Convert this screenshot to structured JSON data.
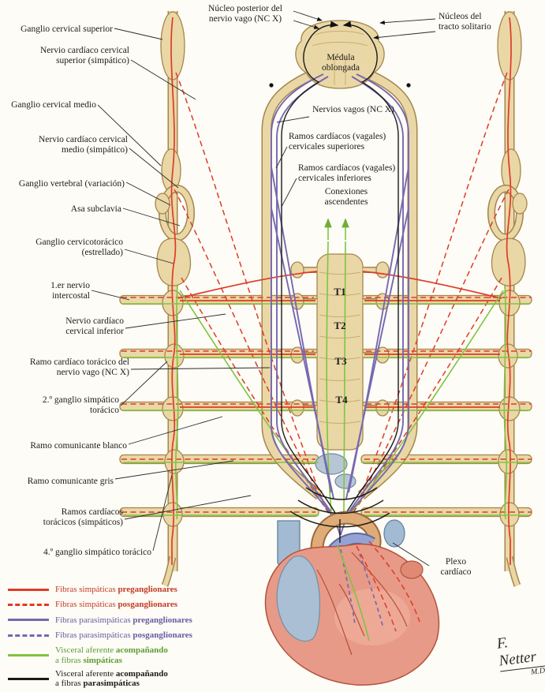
{
  "labels": {
    "nucleo_posterior": "Núcleo posterior del nervio vago (NC X)",
    "nucleos_solitario": "Núcleos del tracto solitario",
    "medula": "Médula oblongada",
    "nervios_vagos": "Nervios vagos (NC X)",
    "ramos_sup": "Ramos cardíacos (vagales) cervicales superiores",
    "ramos_inf": "Ramos cardíacos (vagales) cervicales inferiores",
    "conexiones": "Conexiones ascendentes",
    "plexo": "Plexo cardíaco",
    "t_levels": [
      "T1",
      "T2",
      "T3",
      "T4"
    ],
    "left": [
      "Ganglio cervical superior",
      "Nervio cardíaco cervical superior (simpático)",
      "Ganglio cervical medio",
      "Nervio cardíaco cervical medio (simpático)",
      "Ganglio vertebral (variación)",
      "Asa subclavia",
      "Ganglio cervicotorácico (estrellado)",
      "1.er nervio intercostal",
      "Nervio cardíaco cervical inferior",
      "Ramo cardíaco torácico del nervio vago (NC X)",
      "2.º ganglio simpático torácico",
      "Ramo comunicante blanco",
      "Ramo comunicante gris",
      "Ramos cardíacos torácicos (simpáticos)",
      "4.º ganglio simpático torácico"
    ]
  },
  "legend": {
    "items": [
      {
        "pre": "Fibras simpáticas ",
        "bold": "preganglionares"
      },
      {
        "pre": "Fibras simpáticas ",
        "bold": "posganglionares"
      },
      {
        "pre": "Fibras parasimpáticas ",
        "bold": "preganglionares"
      },
      {
        "pre": "Fibras parasimpáticas ",
        "bold": "posganglionares"
      },
      {
        "pre": "Visceral aferente ",
        "bold": "acompañando",
        "pre2": "a fibras ",
        "bold2": "simpáticas"
      },
      {
        "pre": "Visceral aferente ",
        "bold": "acompañando",
        "pre2": "a fibras ",
        "bold2": "parasimpáticas"
      }
    ]
  },
  "palette": {
    "sympathetic_red": "#e03a28",
    "parasympathetic_purple": "#7668b0",
    "visceral_afferent_green": "#80c440",
    "afferent_black": "#1a1a1a",
    "bone_tan": "#ead7a6",
    "heart_pink": "#e79a87"
  },
  "signature": {
    "name": "F. Netter",
    "credentials": "M.D."
  }
}
